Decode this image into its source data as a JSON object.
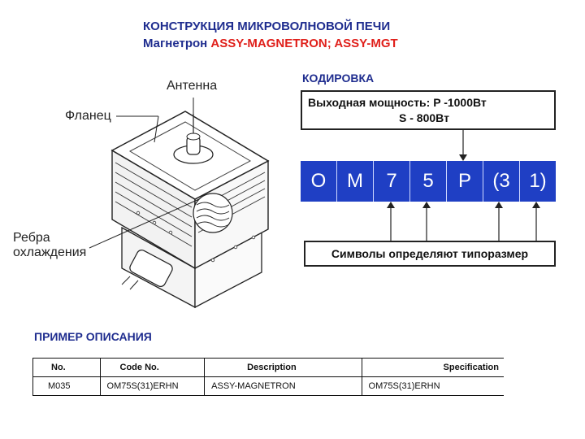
{
  "header": {
    "line1": "КОНСТРУКЦИЯ МИКРОВОЛНОВОЙ ПЕЧИ",
    "line2_prefix": "Магнетрон ",
    "line2_model": "ASSY-MAGNETRON; ASSY-MGT"
  },
  "diagram_labels": {
    "antenna": "Антенна",
    "flange": "Фланец",
    "fins_line1": "Ребра",
    "fins_line2": "охлаждения"
  },
  "coding": {
    "title": "КОДИРОВКА",
    "output_power_line1": "Выходная мощность: P -1000Вт",
    "output_power_line2": "S -  800Вт",
    "code_chars": [
      "O",
      "M",
      "7",
      "5",
      "P",
      "(3",
      "1)"
    ],
    "size_note": "Символы определяют типоразмер",
    "accent_color": "#1f3fc4"
  },
  "example": {
    "title": "ПРИМЕР ОПИСАНИЯ",
    "columns": [
      "No.",
      "Code  No.",
      "Description",
      "Specification"
    ],
    "rows": [
      [
        "M035",
        "OM75S(31)ERHN",
        "ASSY-MAGNETRON",
        "OM75S(31)ERHN"
      ]
    ]
  }
}
